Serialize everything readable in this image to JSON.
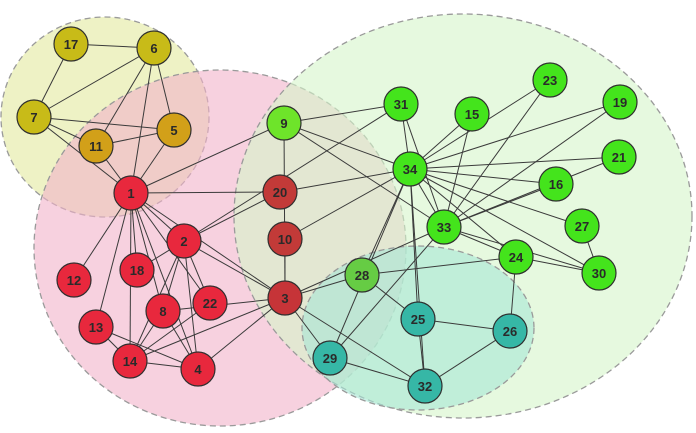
{
  "communities": [
    {
      "id": "olive",
      "fill": "#e2ea9f",
      "stroke": "#9a9a9a"
    },
    {
      "id": "pink",
      "fill": "#f2b2c9",
      "stroke": "#9a9a9a"
    },
    {
      "id": "green",
      "fill": "#d6f5c9",
      "stroke": "#9a9a9a"
    },
    {
      "id": "teal",
      "fill": "#a7e6d6",
      "stroke": "#9a9a9a"
    }
  ],
  "nodes": [
    {
      "id": "1",
      "label": "1",
      "color": "#e8283d"
    },
    {
      "id": "2",
      "label": "2",
      "color": "#e8283d"
    },
    {
      "id": "3",
      "label": "3",
      "color": "#c63438"
    },
    {
      "id": "4",
      "label": "4",
      "color": "#e8283d"
    },
    {
      "id": "5",
      "label": "5",
      "color": "#d2a019"
    },
    {
      "id": "6",
      "label": "6",
      "color": "#c8bb18"
    },
    {
      "id": "7",
      "label": "7",
      "color": "#c8bb18"
    },
    {
      "id": "8",
      "label": "8",
      "color": "#e8283d"
    },
    {
      "id": "9",
      "label": "9",
      "color": "#6ee42a"
    },
    {
      "id": "10",
      "label": "10",
      "color": "#c23a38"
    },
    {
      "id": "11",
      "label": "11",
      "color": "#d2a019"
    },
    {
      "id": "12",
      "label": "12",
      "color": "#e8283d"
    },
    {
      "id": "13",
      "label": "13",
      "color": "#e8283d"
    },
    {
      "id": "14",
      "label": "14",
      "color": "#e8283d"
    },
    {
      "id": "15",
      "label": "15",
      "color": "#44e41c"
    },
    {
      "id": "16",
      "label": "16",
      "color": "#44e41c"
    },
    {
      "id": "17",
      "label": "17",
      "color": "#c8bb18"
    },
    {
      "id": "18",
      "label": "18",
      "color": "#e8283d"
    },
    {
      "id": "19",
      "label": "19",
      "color": "#44e41c"
    },
    {
      "id": "20",
      "label": "20",
      "color": "#c23a38"
    },
    {
      "id": "21",
      "label": "21",
      "color": "#44e41c"
    },
    {
      "id": "22",
      "label": "22",
      "color": "#e8283d"
    },
    {
      "id": "23",
      "label": "23",
      "color": "#44e41c"
    },
    {
      "id": "24",
      "label": "24",
      "color": "#44e41c"
    },
    {
      "id": "25",
      "label": "25",
      "color": "#36b7a6"
    },
    {
      "id": "26",
      "label": "26",
      "color": "#36b7a6"
    },
    {
      "id": "27",
      "label": "27",
      "color": "#44e41c"
    },
    {
      "id": "28",
      "label": "28",
      "color": "#66cc44"
    },
    {
      "id": "29",
      "label": "29",
      "color": "#36b7a6"
    },
    {
      "id": "30",
      "label": "30",
      "color": "#44e41c"
    },
    {
      "id": "31",
      "label": "31",
      "color": "#44e41c"
    },
    {
      "id": "32",
      "label": "32",
      "color": "#36b7a6"
    },
    {
      "id": "33",
      "label": "33",
      "color": "#44e41c"
    },
    {
      "id": "34",
      "label": "34",
      "color": "#44e41c"
    }
  ],
  "edges": [
    [
      "17",
      "6"
    ],
    [
      "17",
      "7"
    ],
    [
      "6",
      "7"
    ],
    [
      "6",
      "11"
    ],
    [
      "6",
      "5"
    ],
    [
      "6",
      "1"
    ],
    [
      "7",
      "11"
    ],
    [
      "7",
      "5"
    ],
    [
      "7",
      "1"
    ],
    [
      "5",
      "1"
    ],
    [
      "11",
      "1"
    ],
    [
      "5",
      "11"
    ],
    [
      "1",
      "2"
    ],
    [
      "1",
      "3"
    ],
    [
      "1",
      "4"
    ],
    [
      "1",
      "8"
    ],
    [
      "1",
      "9"
    ],
    [
      "1",
      "12"
    ],
    [
      "1",
      "13"
    ],
    [
      "1",
      "14"
    ],
    [
      "1",
      "18"
    ],
    [
      "1",
      "20"
    ],
    [
      "1",
      "22"
    ],
    [
      "2",
      "3"
    ],
    [
      "2",
      "4"
    ],
    [
      "2",
      "8"
    ],
    [
      "2",
      "14"
    ],
    [
      "2",
      "18"
    ],
    [
      "2",
      "20"
    ],
    [
      "2",
      "22"
    ],
    [
      "2",
      "31"
    ],
    [
      "3",
      "4"
    ],
    [
      "3",
      "8"
    ],
    [
      "3",
      "9"
    ],
    [
      "3",
      "10"
    ],
    [
      "3",
      "14"
    ],
    [
      "3",
      "28"
    ],
    [
      "3",
      "29"
    ],
    [
      "3",
      "33"
    ],
    [
      "3",
      "32"
    ],
    [
      "4",
      "8"
    ],
    [
      "4",
      "13"
    ],
    [
      "4",
      "14"
    ],
    [
      "8",
      "14"
    ],
    [
      "13",
      "14"
    ],
    [
      "22",
      "14"
    ],
    [
      "9",
      "31"
    ],
    [
      "9",
      "33"
    ],
    [
      "9",
      "34"
    ],
    [
      "10",
      "34"
    ],
    [
      "20",
      "34"
    ],
    [
      "31",
      "34"
    ],
    [
      "31",
      "33"
    ],
    [
      "15",
      "33"
    ],
    [
      "15",
      "34"
    ],
    [
      "16",
      "33"
    ],
    [
      "16",
      "34"
    ],
    [
      "19",
      "33"
    ],
    [
      "19",
      "34"
    ],
    [
      "21",
      "33"
    ],
    [
      "21",
      "34"
    ],
    [
      "23",
      "33"
    ],
    [
      "23",
      "34"
    ],
    [
      "27",
      "30"
    ],
    [
      "27",
      "34"
    ],
    [
      "24",
      "30"
    ],
    [
      "24",
      "33"
    ],
    [
      "24",
      "34"
    ],
    [
      "24",
      "28"
    ],
    [
      "24",
      "26"
    ],
    [
      "30",
      "33"
    ],
    [
      "30",
      "34"
    ],
    [
      "28",
      "34"
    ],
    [
      "29",
      "34"
    ],
    [
      "25",
      "26"
    ],
    [
      "25",
      "28"
    ],
    [
      "25",
      "32"
    ],
    [
      "26",
      "32"
    ],
    [
      "29",
      "32"
    ],
    [
      "29",
      "33"
    ],
    [
      "32",
      "34"
    ],
    [
      "33",
      "34"
    ],
    [
      "25",
      "34"
    ]
  ]
}
